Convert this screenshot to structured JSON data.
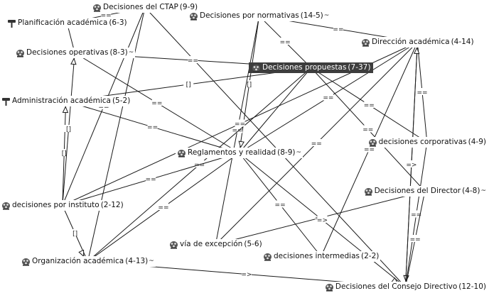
{
  "nodes": [
    {
      "id": "ctap",
      "name": "Decisiones del CTAP",
      "count": "(9-9)",
      "mark": "",
      "icon": "concept-icon"
    },
    {
      "id": "normativas",
      "name": "Decisiones por normativas",
      "count": "(14-5)",
      "mark": "~",
      "icon": "concept-icon"
    },
    {
      "id": "planificacion",
      "name": "Planificación académica",
      "count": "(6-3)",
      "mark": "",
      "icon": "tree-icon"
    },
    {
      "id": "direccion",
      "name": "Dirección académica",
      "count": "(4-14)",
      "mark": "",
      "icon": "concept-icon"
    },
    {
      "id": "operativas",
      "name": "Decisiones operativas",
      "count": "(8-3)",
      "mark": "~",
      "icon": "concept-icon"
    },
    {
      "id": "propuestas",
      "name": "Decisiones propuestas",
      "count": "(7-37)",
      "mark": "",
      "icon": "concept-icon",
      "selected": true
    },
    {
      "id": "administracion",
      "name": "Administración académica",
      "count": "(5-2)",
      "mark": "",
      "icon": "tree-icon"
    },
    {
      "id": "corporativas",
      "name": "decisiones corporativas",
      "count": "(4-9)",
      "mark": "",
      "icon": "concept-icon"
    },
    {
      "id": "reglamentos",
      "name": "Reglamentos y realidad",
      "count": "(8-9)",
      "mark": "~",
      "icon": "concept-icon"
    },
    {
      "id": "director",
      "name": "Decisiones del Director",
      "count": "(4-8)",
      "mark": "~",
      "icon": "concept-icon"
    },
    {
      "id": "instituto",
      "name": "decisiones por instituto",
      "count": "(2-12)",
      "mark": "",
      "icon": "concept-icon"
    },
    {
      "id": "excepcion",
      "name": "vía de excepción",
      "count": "(5-6)",
      "mark": "",
      "icon": "concept-icon"
    },
    {
      "id": "intermedias",
      "name": "decisiones intermedias",
      "count": "(2-2)",
      "mark": "",
      "icon": "concept-icon"
    },
    {
      "id": "organizacion",
      "name": "Organización académica",
      "count": "(4-13)",
      "mark": "~",
      "icon": "concept-icon"
    },
    {
      "id": "consejo",
      "name": "Decisiones del Consejo Directivo",
      "count": "(12-10)",
      "mark": "",
      "icon": "concept-icon"
    }
  ],
  "edges": [
    {
      "from": "ctap",
      "to": "planificacion",
      "label": "=="
    },
    {
      "from": "ctap",
      "to": "instituto",
      "label": "=="
    },
    {
      "from": "ctap",
      "to": "organizacion",
      "label": ""
    },
    {
      "from": "ctap",
      "to": "consejo",
      "label": ""
    },
    {
      "from": "ctap",
      "to": "normativas",
      "label": ""
    },
    {
      "from": "normativas",
      "to": "direccion",
      "label": "=="
    },
    {
      "from": "normativas",
      "to": "propuestas",
      "label": "=="
    },
    {
      "from": "normativas",
      "to": "reglamentos",
      "label": "[]"
    },
    {
      "from": "normativas",
      "to": "excepcion",
      "label": "=="
    },
    {
      "from": "operativas",
      "to": "propuestas",
      "label": "=="
    },
    {
      "from": "operativas",
      "to": "reglamentos",
      "label": "=="
    },
    {
      "from": "operativas",
      "to": "planificacion",
      "label": ""
    },
    {
      "from": "administracion",
      "to": "propuestas",
      "label": "[]"
    },
    {
      "from": "administracion",
      "to": "reglamentos",
      "label": "=="
    },
    {
      "from": "propuestas",
      "to": "corporativas",
      "label": "=="
    },
    {
      "from": "propuestas",
      "to": "director",
      "label": "=="
    },
    {
      "from": "propuestas",
      "to": "reglamentos",
      "label": ""
    },
    {
      "from": "propuestas",
      "to": "organizacion",
      "label": "=="
    },
    {
      "from": "direccion",
      "to": "reglamentos",
      "label": "=="
    },
    {
      "from": "direccion",
      "to": "corporativas",
      "label": "=="
    },
    {
      "from": "direccion",
      "to": "consejo",
      "label": "=>"
    },
    {
      "from": "direccion",
      "to": "intermedias",
      "label": "=="
    },
    {
      "from": "direccion",
      "to": "excepcion",
      "label": "=="
    },
    {
      "from": "direccion",
      "to": "instituto",
      "label": "=="
    },
    {
      "from": "corporativas",
      "to": "consejo",
      "label": "=="
    },
    {
      "from": "director",
      "to": "consejo",
      "label": "=="
    },
    {
      "from": "director",
      "to": "excepcion",
      "label": "=="
    },
    {
      "from": "reglamentos",
      "to": "consejo",
      "label": "=>"
    },
    {
      "from": "reglamentos",
      "to": "intermedias",
      "label": "=="
    },
    {
      "from": "reglamentos",
      "to": "organizacion",
      "label": "=="
    },
    {
      "from": "reglamentos",
      "to": "instituto",
      "label": "=="
    },
    {
      "from": "instituto",
      "to": "administracion",
      "label": "[]"
    },
    {
      "from": "instituto",
      "to": "operativas",
      "label": "[]"
    },
    {
      "from": "instituto",
      "to": "organizacion",
      "label": "[]"
    },
    {
      "from": "consejo",
      "to": "organizacion",
      "label": "=>"
    },
    {
      "from": "consejo",
      "to": "direccion",
      "label": "=>"
    }
  ]
}
